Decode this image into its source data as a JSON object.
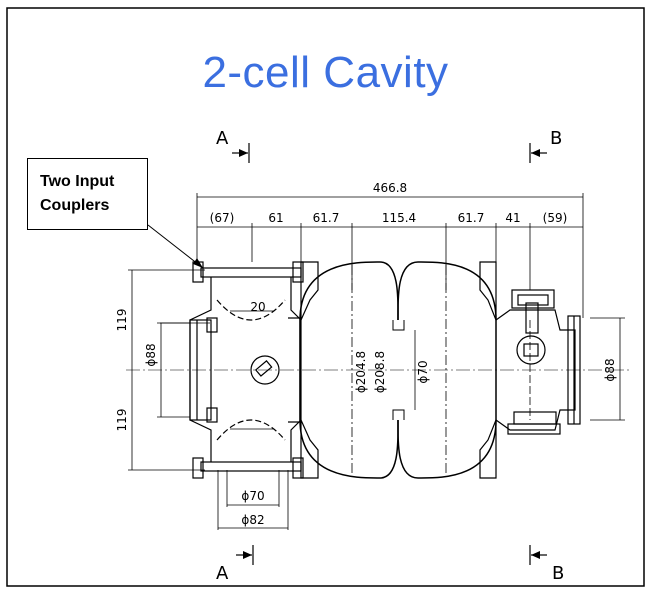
{
  "title": "2-cell Cavity",
  "callout": {
    "line1": "Two Input",
    "line2": "Couplers"
  },
  "section_labels": {
    "a_top": "A",
    "a_bottom": "A",
    "b_top": "B",
    "b_bottom": "B"
  },
  "dimensions": {
    "overall": "466.8",
    "segments": [
      "(67)",
      "61",
      "61.7",
      "115.4",
      "61.7",
      "41",
      "(59)"
    ],
    "height_upper": "119",
    "height_lower": "119",
    "phi88_left": "ϕ88",
    "phi88_right": "ϕ88",
    "coupler_gap": "20",
    "iris": "ϕ70",
    "cell_inner": "ϕ204.8",
    "cell_outer": "ϕ208.8",
    "bottom_inner": "ϕ70",
    "bottom_outer": "ϕ82"
  }
}
